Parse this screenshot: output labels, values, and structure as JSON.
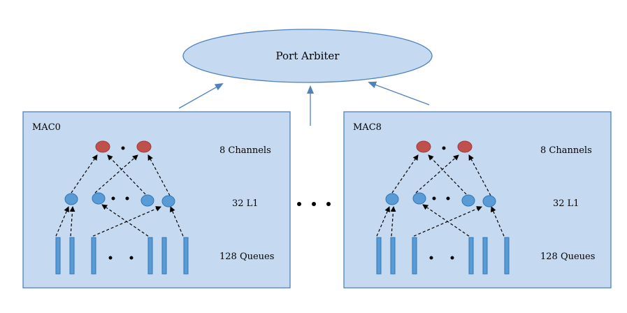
{
  "arbiter": {
    "label": "Port Arbiter"
  },
  "macs": [
    {
      "label": "MAC0",
      "channels_label": "8 Channels",
      "l1_label": "32 L1",
      "queues_label": "128 Queues"
    },
    {
      "label": "MAC8",
      "channels_label": "8 Channels",
      "l1_label": "32 L1",
      "queues_label": "128 Queues"
    }
  ],
  "colors": {
    "box_fill": "#c5d9f1",
    "box_stroke": "#4f81bd",
    "channel_node": "#c0504d",
    "l1_node": "#5b9bd5",
    "queue_bar": "#5b9bd5",
    "arrow": "#4f81bd"
  }
}
